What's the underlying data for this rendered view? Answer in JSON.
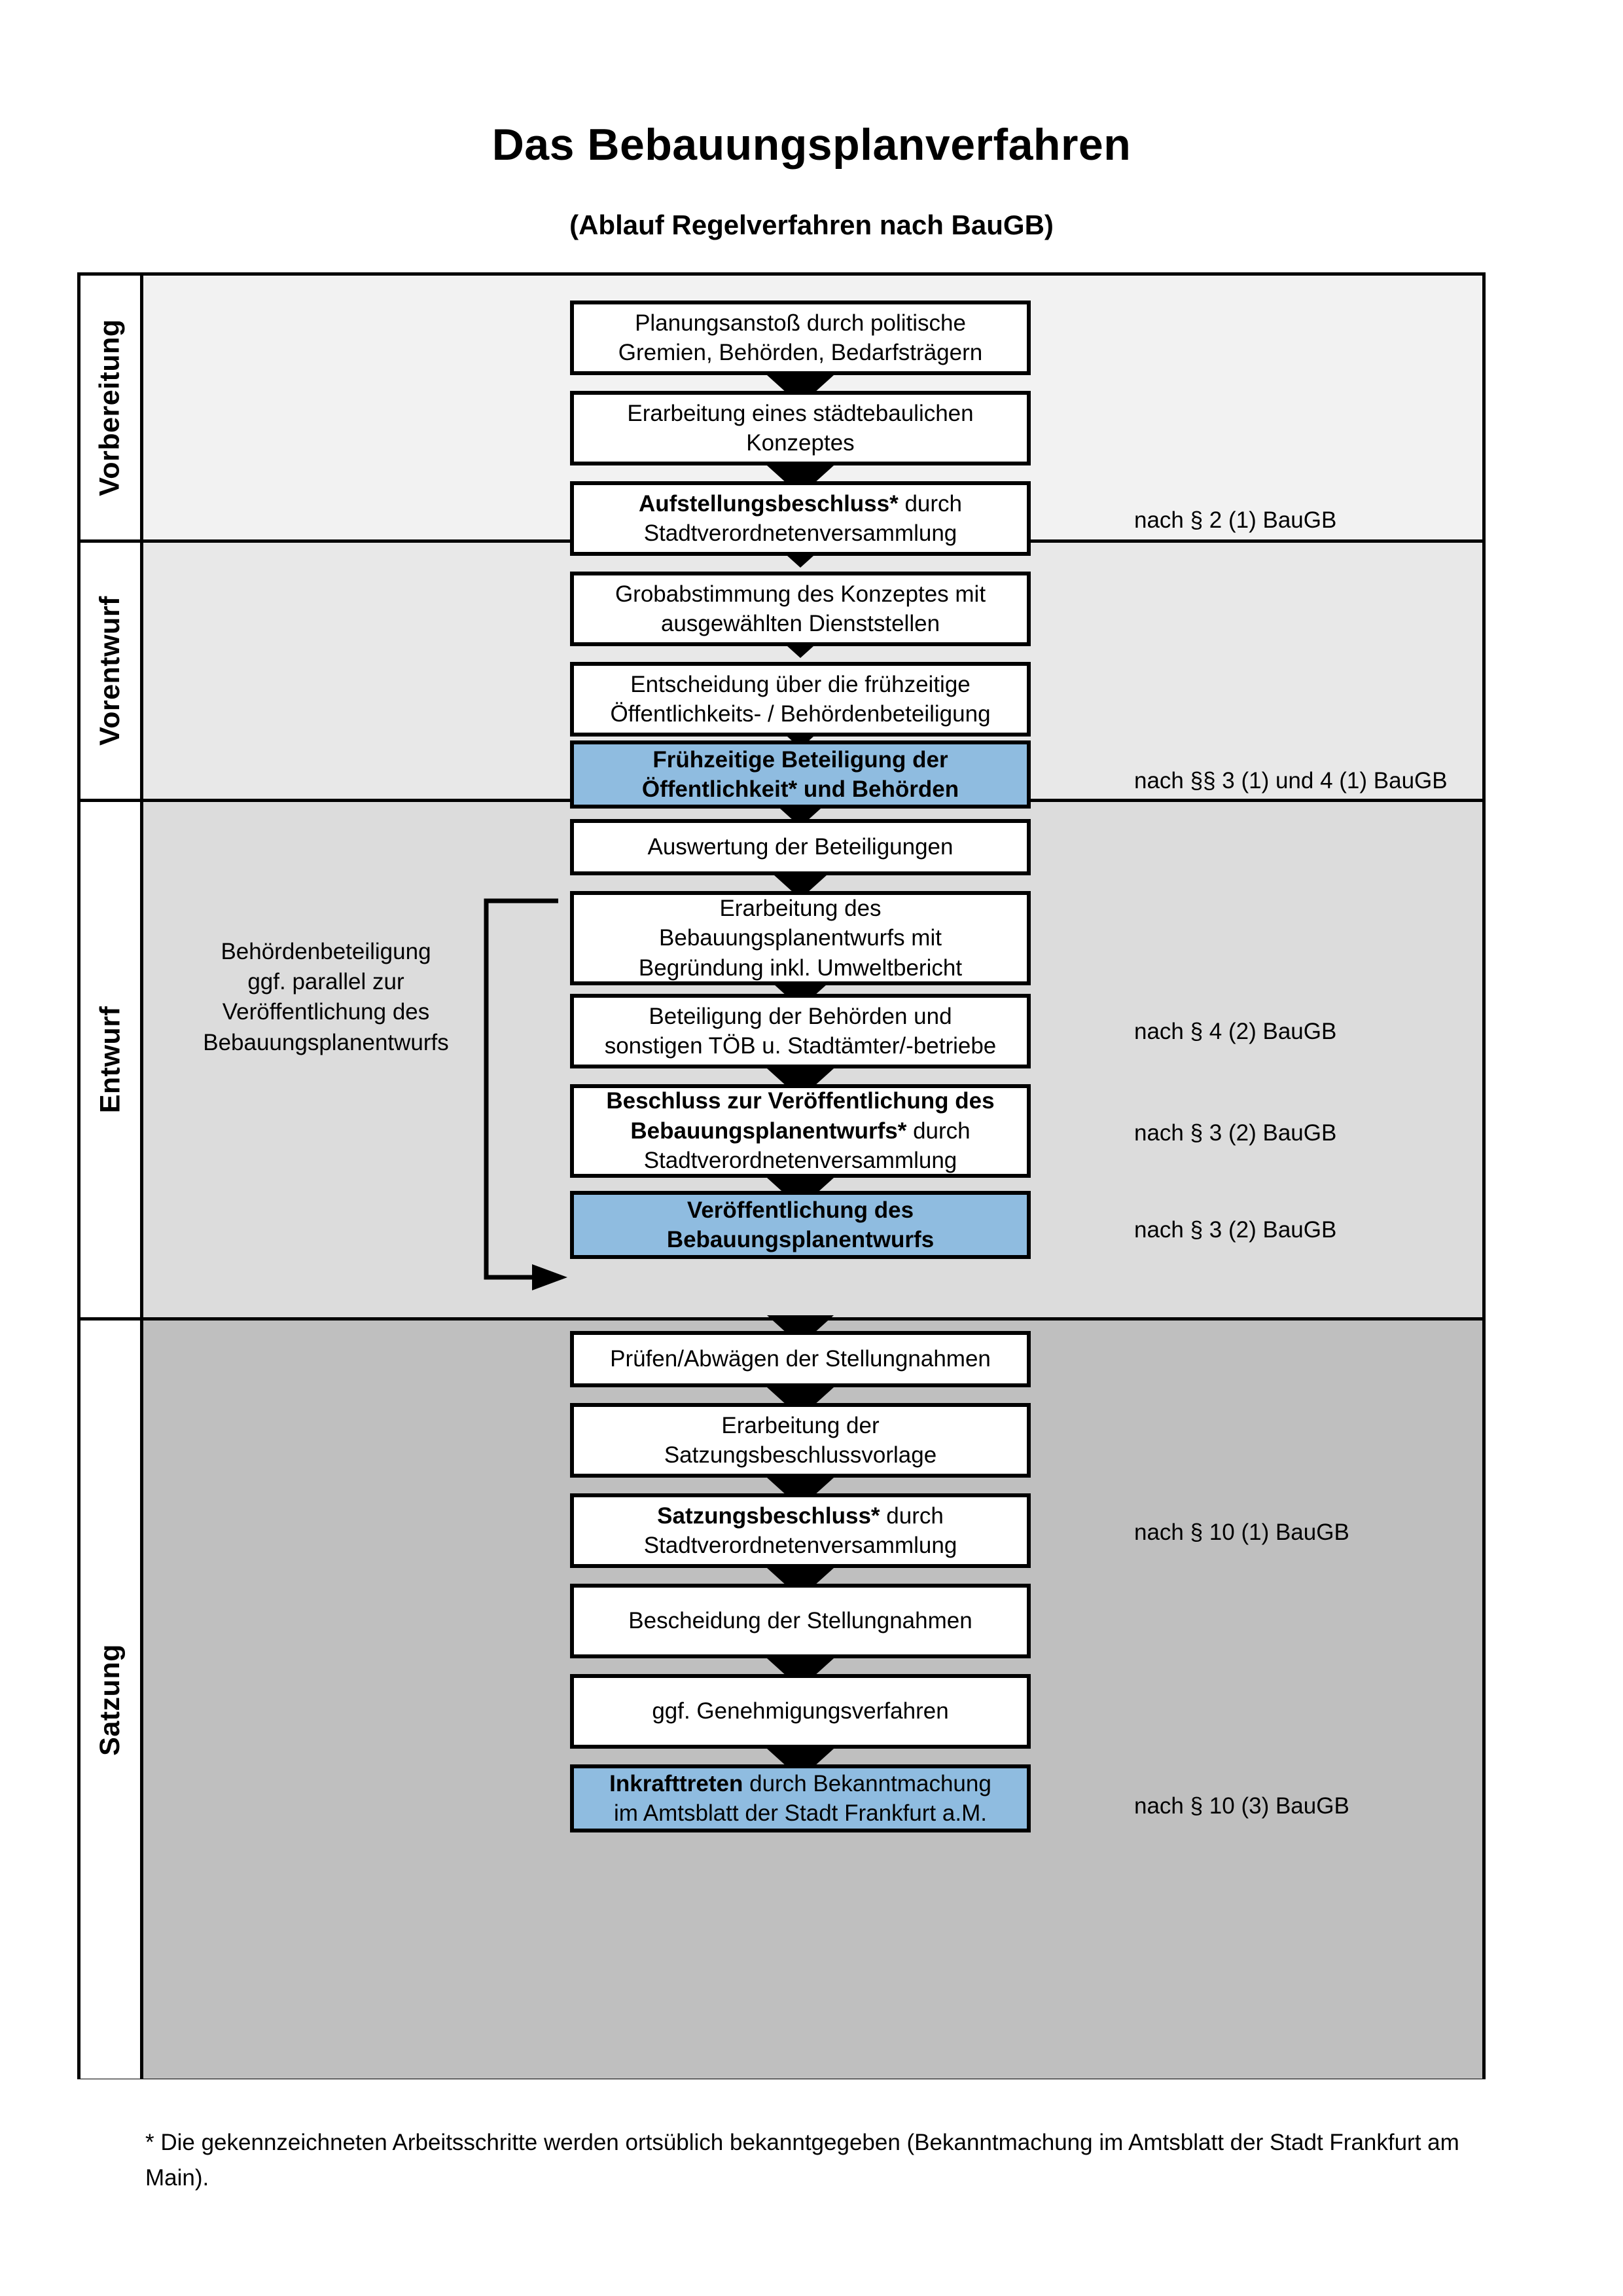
{
  "title": "Das Bebauungsplanverfahren",
  "subtitle": "(Ablauf Regelverfahren nach BauGB)",
  "colors": {
    "highlight_blue": "#8FBCE0",
    "band_vorbereitung": "#F2F2F2",
    "band_vorentwurf": "#E8E8E8",
    "band_entwurf": "#DCDCDC",
    "band_satzung": "#BFBFBF",
    "box_border": "#000000"
  },
  "phases": [
    {
      "label": "Vorbereitung"
    },
    {
      "label": "Vorentwurf"
    },
    {
      "label": "Entwurf"
    },
    {
      "label": "Satzung"
    }
  ],
  "steps": [
    {
      "id": "planungsanstoss",
      "lines": [
        "Planungsanstoß durch politische",
        "Gremien, Behörden, Bedarfsträgern"
      ],
      "bold_prefix": "",
      "highlight": false
    },
    {
      "id": "konzept",
      "lines": [
        "Erarbeitung eines städtebaulichen",
        "Konzeptes"
      ],
      "bold_prefix": "",
      "highlight": false
    },
    {
      "id": "aufstellungsbeschluss",
      "lines": [
        "Aufstellungsbeschluss* durch",
        "Stadtverordnetenversammlung"
      ],
      "bold_prefix": "Aufstellungsbeschluss*",
      "highlight": false
    },
    {
      "id": "grobabstimmung",
      "lines": [
        "Grobabstimmung des Konzeptes mit",
        "ausgewählten Dienststellen"
      ],
      "bold_prefix": "",
      "highlight": false
    },
    {
      "id": "entscheidung-fruehzeitig",
      "lines": [
        "Entscheidung über die frühzeitige",
        "Öffentlichkeits- / Behördenbeteiligung"
      ],
      "bold_prefix": "",
      "highlight": false
    },
    {
      "id": "fruehzeitige-beteiligung",
      "lines": [
        "Frühzeitige Beteiligung der",
        "Öffentlichkeit* und Behörden"
      ],
      "bold_prefix": "ALL",
      "highlight": true
    },
    {
      "id": "auswertung",
      "lines": [
        "Auswertung der Beteiligungen"
      ],
      "bold_prefix": "",
      "highlight": false
    },
    {
      "id": "erarbeitung-entwurf",
      "lines": [
        "Erarbeitung des",
        "Bebauungsplanentwurfs mit",
        "Begründung inkl. Umweltbericht"
      ],
      "bold_prefix": "",
      "highlight": false
    },
    {
      "id": "beteiligung-behoerden",
      "lines": [
        "Beteiligung der Behörden und",
        "sonstigen TÖB u. Stadtämter/-betriebe"
      ],
      "bold_prefix": "",
      "highlight": false
    },
    {
      "id": "beschluss-veroeffentlichung",
      "lines": [
        "Beschluss zur Veröffentlichung des",
        "Bebauungsplanentwurfs* durch",
        "Stadtverordnetenversammlung"
      ],
      "bold_prefix": "Beschluss zur Veröffentlichung des Bebauungsplanentwurfs*",
      "highlight": false
    },
    {
      "id": "veroeffentlichung",
      "lines": [
        "Veröffentlichung des",
        "Bebauungsplanentwurfs"
      ],
      "bold_prefix": "ALL",
      "highlight": true
    },
    {
      "id": "pruefen-abwaegen",
      "lines": [
        "Prüfen/Abwägen der Stellungnahmen"
      ],
      "bold_prefix": "",
      "highlight": false
    },
    {
      "id": "satzungsbeschlussvorlage",
      "lines": [
        "Erarbeitung der",
        "Satzungsbeschlussvorlage"
      ],
      "bold_prefix": "",
      "highlight": false
    },
    {
      "id": "satzungsbeschluss",
      "lines": [
        "Satzungsbeschluss* durch",
        "Stadtverordnetenversammlung"
      ],
      "bold_prefix": "Satzungsbeschluss*",
      "highlight": false
    },
    {
      "id": "bescheidung",
      "lines": [
        "Bescheidung der Stellungnahmen"
      ],
      "bold_prefix": "",
      "highlight": false
    },
    {
      "id": "genehmigungsverfahren",
      "lines": [
        "ggf. Genehmigungsverfahren"
      ],
      "bold_prefix": "",
      "highlight": false
    },
    {
      "id": "inkrafttreten",
      "lines": [
        "Inkrafttreten durch Bekanntmachung",
        "im Amtsblatt der Stadt Frankfurt a.M."
      ],
      "bold_prefix": "Inkrafttreten",
      "highlight": true
    }
  ],
  "references": [
    {
      "id": "ref-2-1",
      "text": "nach § 2 (1) BauGB"
    },
    {
      "id": "ref-3-1-4-1",
      "text": "nach §§ 3 (1) und 4 (1) BauGB"
    },
    {
      "id": "ref-4-2",
      "text": "nach § 4 (2) BauGB"
    },
    {
      "id": "ref-3-2-a",
      "text": "nach § 3 (2) BauGB"
    },
    {
      "id": "ref-3-2-b",
      "text": "nach § 3 (2) BauGB"
    },
    {
      "id": "ref-10-1",
      "text": "nach § 10 (1) BauGB"
    },
    {
      "id": "ref-10-3",
      "text": "nach § 10 (3) BauGB"
    }
  ],
  "side_note": {
    "lines": [
      "Behördenbeteiligung",
      "ggf. parallel zur",
      "Veröffentlichung des",
      "Bebauungsplanentwurfs"
    ]
  },
  "footnote": "* Die gekennzeichneten Arbeitsschritte werden ortsüblich bekanntgegeben (Bekanntmachung im Amtsblatt  der Stadt Frankfurt am Main)."
}
